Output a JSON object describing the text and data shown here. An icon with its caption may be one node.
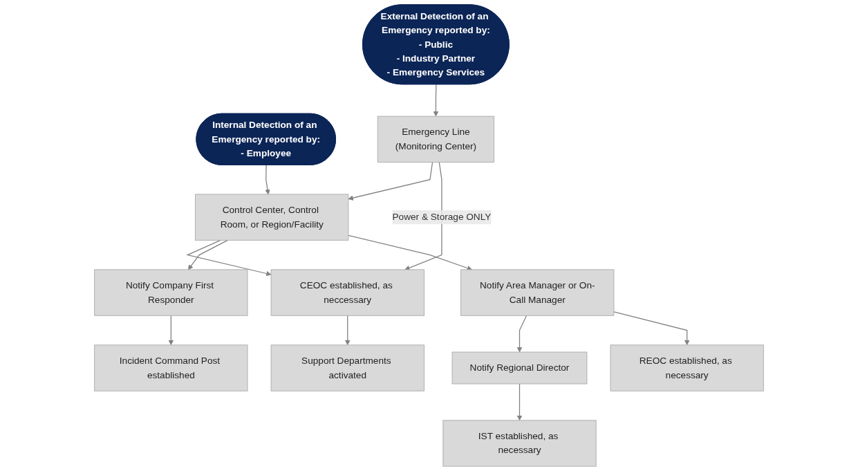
{
  "diagram": {
    "nodes": [
      {
        "text": [
          "External Detection of an Emergency reported by:",
          "- Public",
          "- Industry Partner",
          "- Emergency Services"
        ]
      },
      {
        "text": [
          "Internal Detection of an Emergency reported by:",
          "- Employee"
        ]
      },
      {
        "text": [
          "Emergency Line",
          "(Monitoring Center)"
        ]
      },
      {
        "text": [
          "Control Center, Control Room, or Region/Facility"
        ]
      },
      {
        "text": [
          "CEOC established, as neccessary"
        ]
      },
      {
        "text": [
          "Notify Company First Responder"
        ]
      },
      {
        "text": [
          "Notify Area Manager or On-Call Manager"
        ]
      },
      {
        "text": [
          "Notify Regional Director"
        ]
      },
      {
        "text": [
          "Support Departments activated"
        ]
      },
      {
        "text": [
          "Incident Command Post established"
        ]
      },
      {
        "text": [
          "REOC established, as necessary"
        ]
      },
      {
        "text": [
          "IST established, as necessary"
        ]
      }
    ],
    "edges": [
      {
        "from": 0,
        "to": 2,
        "arrow": "to"
      },
      {
        "from": 1,
        "to": 3,
        "arrow": "to"
      },
      {
        "from": 2,
        "to": 3,
        "arrow": "to"
      },
      {
        "from": 2,
        "to": 4,
        "arrow": "to",
        "label": "Power & Storage ONLY"
      },
      {
        "from": 3,
        "to": 4,
        "arrow": "to"
      },
      {
        "from": 3,
        "to": 5,
        "arrow": "to"
      },
      {
        "from": 3,
        "to": 6,
        "arrow": "to"
      },
      {
        "from": 6,
        "to": 7,
        "arrow": "to"
      },
      {
        "from": 4,
        "to": 8,
        "arrow": "to"
      },
      {
        "from": 5,
        "to": 9,
        "arrow": "to"
      },
      {
        "from": 6,
        "to": 10,
        "arrow": "to"
      },
      {
        "from": 7,
        "to": 11,
        "arrow": "to"
      }
    ]
  }
}
